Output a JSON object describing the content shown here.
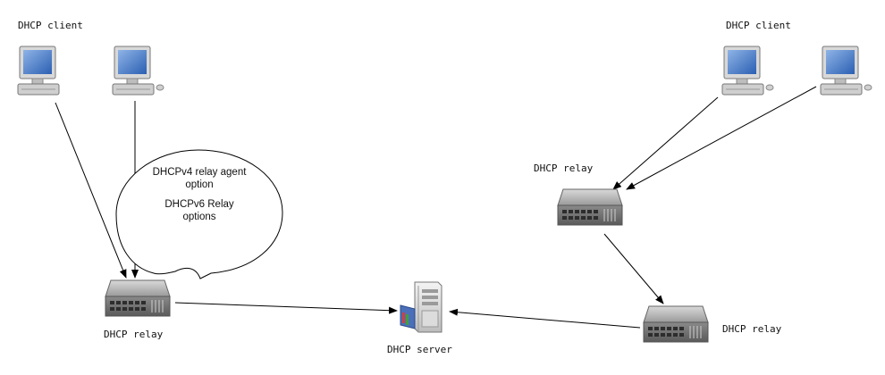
{
  "labels": {
    "client_left": "DHCP client",
    "client_right": "DHCP client",
    "relay_left": "DHCP relay",
    "relay_right_top": "DHCP relay",
    "relay_right_bottom": "DHCP relay",
    "server": "DHCP server"
  },
  "bubble": {
    "line1": "DHCPv4 relay agent",
    "line2": "option",
    "line3": "DHCPv6 Relay",
    "line4": "options"
  },
  "icons": {
    "client": "desktop-computer-icon",
    "relay": "network-switch-icon",
    "server": "server-tower-icon"
  }
}
